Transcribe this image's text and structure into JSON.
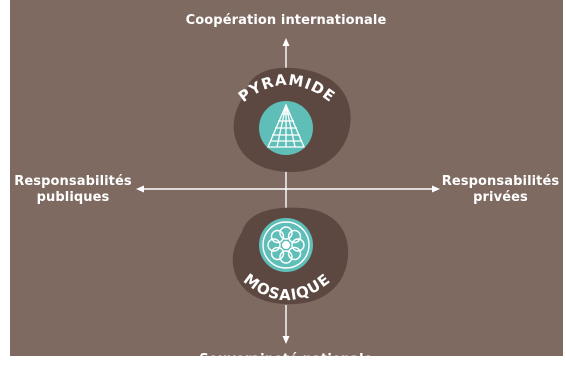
{
  "colors": {
    "background": "#7e6a61",
    "blob": "#5c4840",
    "accent": "#5fbfb8",
    "line": "#ffffff",
    "page": "#ffffff"
  },
  "axes": {
    "top": "Coopération internationale",
    "bottom": "Souveraineté nationale",
    "left": [
      "Responsabilités",
      "publiques"
    ],
    "right": [
      "Responsabilités",
      "privées"
    ]
  },
  "scenarios": [
    {
      "label": "PYRAMIDE",
      "icon": "pyramid-icon"
    },
    {
      "label": "MOSAIQUE",
      "icon": "mosaic-rosette-icon"
    }
  ]
}
